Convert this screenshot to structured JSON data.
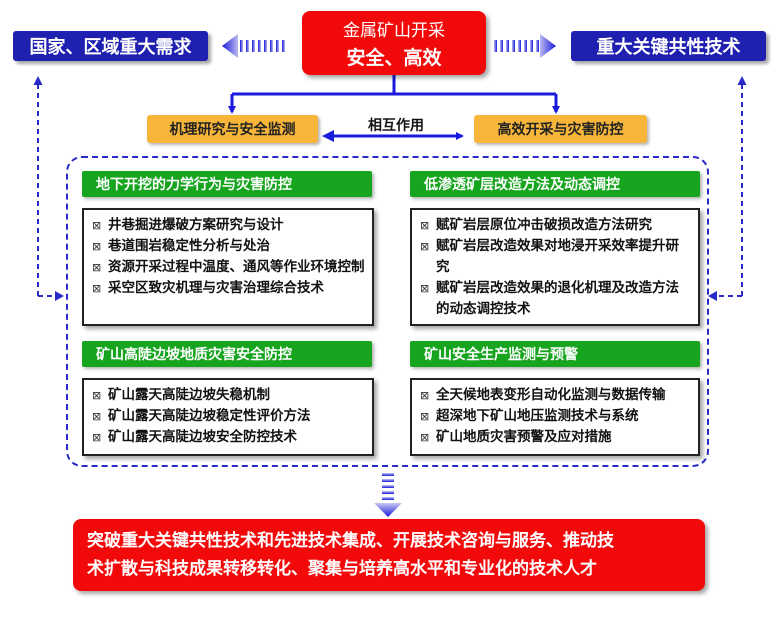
{
  "top": {
    "left_box": "国家、区域重大需求",
    "right_box": "重大关键共性技术",
    "center_line1": "金属矿山开采",
    "center_line2": "安全、高效"
  },
  "middle": {
    "left_orange": "机理研究与安全监测",
    "right_orange": "高效开采与灾害防控",
    "interaction_label": "相互作用"
  },
  "sections": [
    {
      "title": "地下开挖的力学行为与灾害防控",
      "items": [
        "井巷掘进爆破方案研究与设计",
        "巷道围岩稳定性分析与处治",
        "资源开采过程中温度、通风等作业环境控制",
        "采空区致灾机理与灾害治理综合技术"
      ]
    },
    {
      "title": "低渗透矿层改造方法及动态调控",
      "items": [
        "赋矿岩层原位冲击破损改造方法研究",
        "赋矿岩层改造效果对地浸开采效率提升研究",
        "赋矿岩层改造效果的退化机理及改造方法的动态调控技术"
      ]
    },
    {
      "title": "矿山高陡边坡地质灾害安全防控",
      "items": [
        "矿山露天高陡边坡失稳机制",
        "矿山露天高陡边坡稳定性评价方法",
        "矿山露天高陡边坡安全防控技术"
      ]
    },
    {
      "title": "矿山安全生产监测与预警",
      "items": [
        "全天候地表变形自动化监测与数据传输",
        "超深地下矿山地压监测技术与系统",
        "矿山地质灾害预警及应对措施"
      ]
    }
  ],
  "bottom": {
    "line1": "突破重大关键共性技术和先进技术集成、开展技术咨询与服务、推动技",
    "line2": "术扩散与科技成果转移转化、聚集与培养高水平和专业化的技术人才"
  },
  "colors": {
    "navy": "#1f1fb0",
    "red": "#f20a0a",
    "orange": "#f7b63a",
    "green": "#17a51f",
    "blue_arrow": "#1a1adc",
    "dashed": "#2a2ac8"
  }
}
